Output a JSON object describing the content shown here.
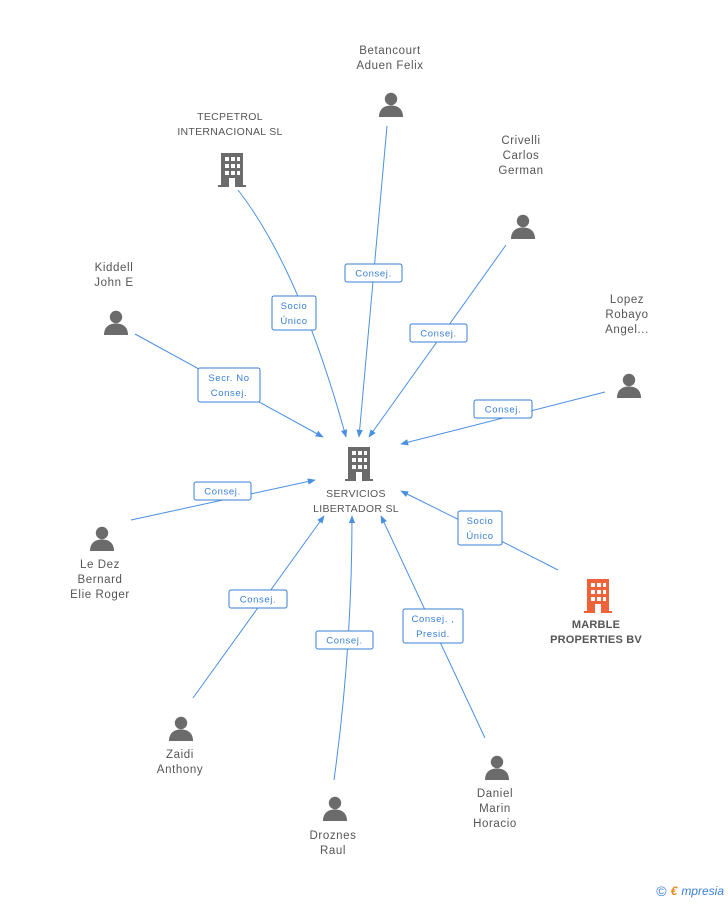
{
  "diagram": {
    "colors": {
      "edge": "#4a90e2",
      "node_icon": "#6b6b6b",
      "highlight_icon": "#f0623a",
      "edge_label": "#3a7fd5"
    },
    "center": {
      "id": "servicios",
      "label_lines": [
        "SERVICIOS",
        "LIBERTADOR SL"
      ],
      "icon": "building-icon"
    },
    "nodes": [
      {
        "id": "betancourt",
        "label_lines": [
          "Betancourt",
          "Aduen Felix"
        ],
        "icon": "person-icon",
        "edge_label_lines": [
          "Consej."
        ]
      },
      {
        "id": "tecpetrol",
        "label_lines": [
          "TECPETROL",
          "INTERNACIONAL SL"
        ],
        "icon": "building-icon",
        "edge_label_lines": [
          "Socio",
          "Único"
        ]
      },
      {
        "id": "crivelli",
        "label_lines": [
          "Crivelli",
          "Carlos",
          "German"
        ],
        "icon": "person-icon",
        "edge_label_lines": [
          "Consej."
        ]
      },
      {
        "id": "kiddell",
        "label_lines": [
          "Kiddell",
          "John E"
        ],
        "icon": "person-icon",
        "edge_label_lines": [
          "Secr.  No",
          "Consej."
        ]
      },
      {
        "id": "lopez",
        "label_lines": [
          "Lopez",
          "Robayo",
          "Angel..."
        ],
        "icon": "person-icon",
        "edge_label_lines": [
          "Consej."
        ]
      },
      {
        "id": "ledez",
        "label_lines": [
          "Le Dez",
          "Bernard",
          "Elie Roger"
        ],
        "icon": "person-icon",
        "edge_label_lines": [
          "Consej."
        ]
      },
      {
        "id": "marble",
        "label_lines": [
          "MARBLE",
          "PROPERTIES BV"
        ],
        "icon": "building-icon",
        "highlight": true,
        "edge_label_lines": [
          "Socio",
          "Único"
        ]
      },
      {
        "id": "zaidi",
        "label_lines": [
          "Zaidi",
          "Anthony"
        ],
        "icon": "person-icon",
        "edge_label_lines": [
          "Consej."
        ]
      },
      {
        "id": "droznes",
        "label_lines": [
          "Droznes",
          "Raul"
        ],
        "icon": "person-icon",
        "edge_label_lines": [
          "Consej."
        ]
      },
      {
        "id": "daniel",
        "label_lines": [
          "Daniel",
          "Marin",
          "Horacio"
        ],
        "icon": "person-icon",
        "edge_label_lines": [
          "Consej. ,",
          "Presid."
        ]
      }
    ]
  },
  "footer": {
    "copyright_symbol": "©",
    "brand_first": "€",
    "brand_rest": "mpresia"
  }
}
